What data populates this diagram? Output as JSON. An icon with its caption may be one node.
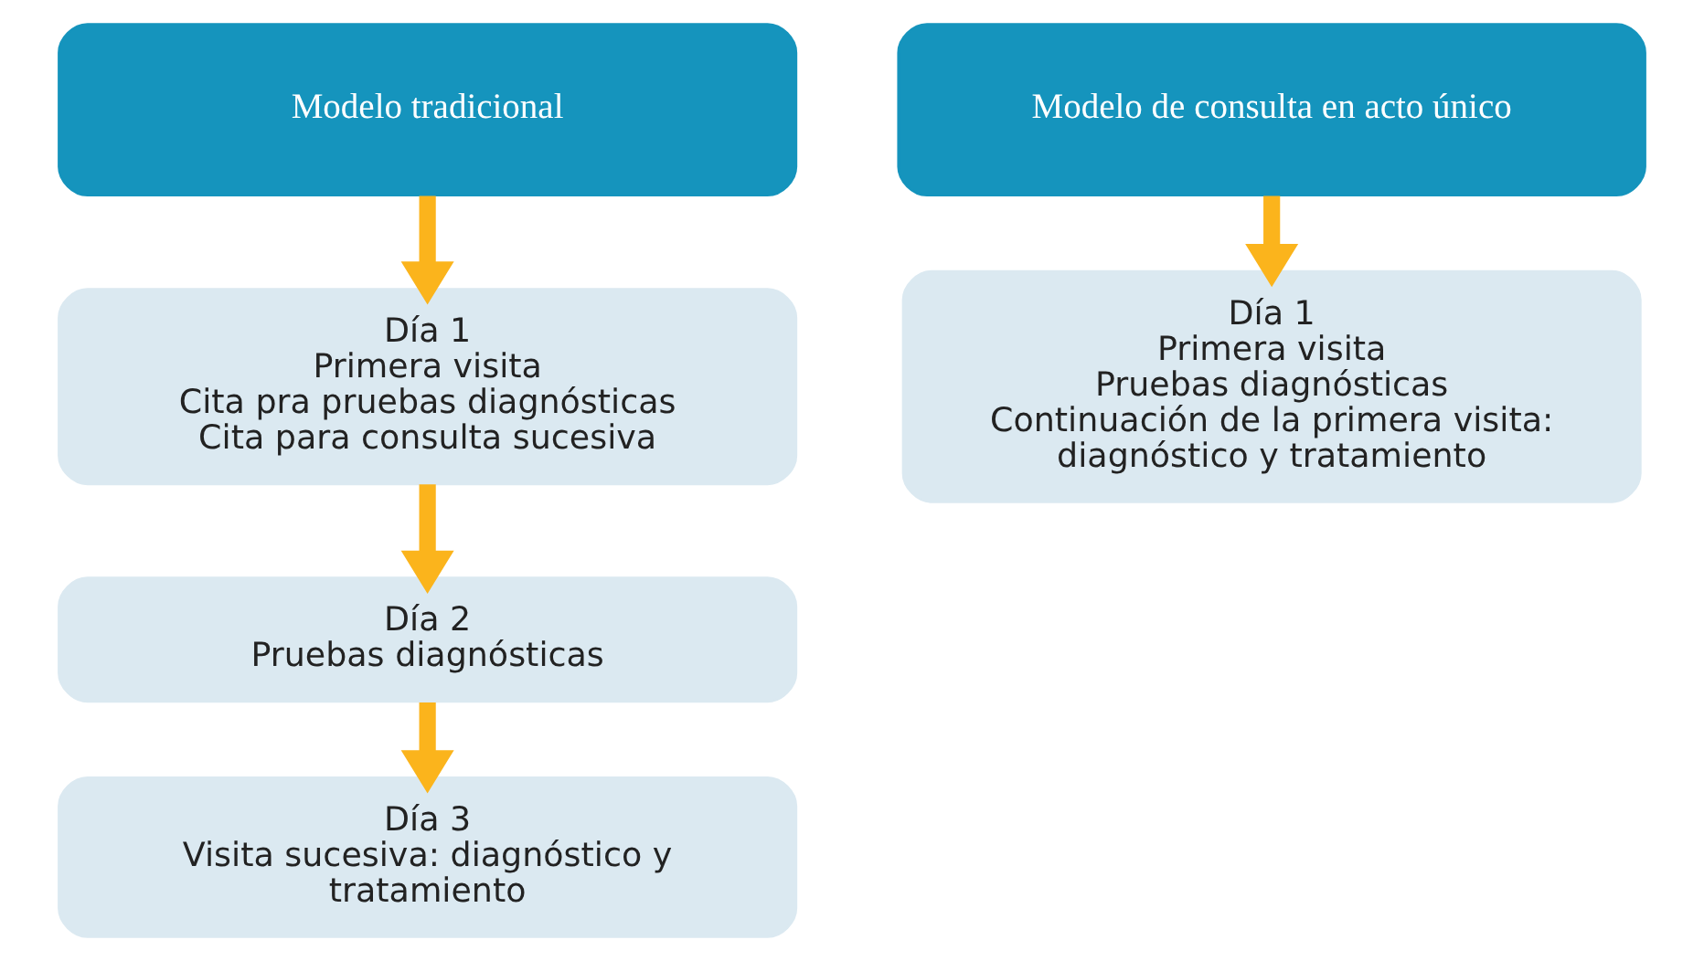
{
  "diagram": {
    "nodes": [
      {
        "text": [
          "Modelo tradicional"
        ]
      },
      {
        "text": [
          "Día 1",
          "Primera visita",
          "Cita pra pruebas diagnósticas",
          "Cita para consulta sucesiva"
        ]
      },
      {
        "text": [
          "Día 2",
          "Pruebas diagnósticas"
        ]
      },
      {
        "text": [
          "Día 3",
          "Visita sucesiva: diagnóstico y tratamiento"
        ]
      },
      {
        "text": [
          "Modelo de consulta en acto único"
        ]
      },
      {
        "text": [
          "Día 1",
          "Primera visita",
          "Pruebas diagnósticas",
          "Continuación de la primera visita: diagnóstico y tratamiento"
        ]
      }
    ],
    "edges": [
      {
        "from": 0,
        "to": 1,
        "arrow": "to"
      },
      {
        "from": 1,
        "to": 2,
        "arrow": "to"
      },
      {
        "from": 2,
        "to": 3,
        "arrow": "to"
      },
      {
        "from": 4,
        "to": 5,
        "arrow": "to"
      }
    ]
  }
}
